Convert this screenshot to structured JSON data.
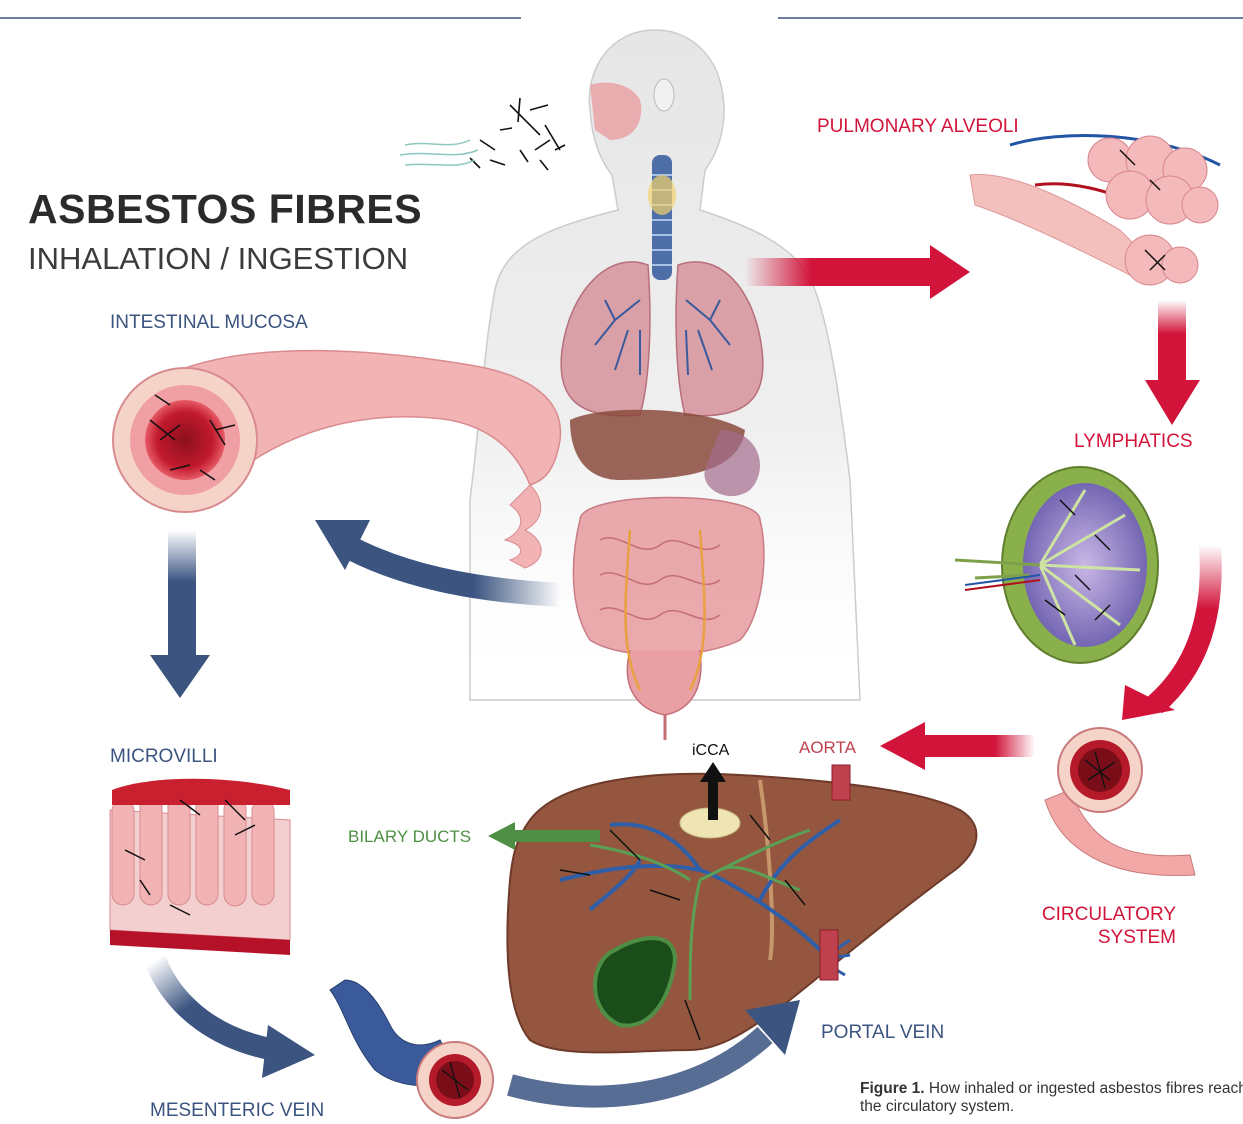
{
  "title": "ASBESTOS FIBRES",
  "subtitle": "INHALATION / INGESTION",
  "labels": {
    "pulmonary_alveoli": "PULMONARY ALVEOLI",
    "lymphatics": "LYMPHATICS",
    "circulatory_system_line1": "CIRCULATORY",
    "circulatory_system_line2": "SYSTEM",
    "aorta": "AORTA",
    "icca": "iCCA",
    "bilary_ducts": "BILARY DUCTS",
    "portal_vein": "PORTAL VEIN",
    "mesenteric_vein": "MESENTERIC VEIN",
    "microvilli": "MICROVILLI",
    "intestinal_mucosa": "INTESTINAL MUCOSA"
  },
  "caption": {
    "prefix": "Figure 1.",
    "text": "How inhaled or ingested asbestos fibres reach the circulatory system."
  },
  "colors": {
    "red_path": "#d2143a",
    "blue_path": "#3b5480",
    "green_path": "#4f8f45",
    "title": "#2b2b2b"
  }
}
